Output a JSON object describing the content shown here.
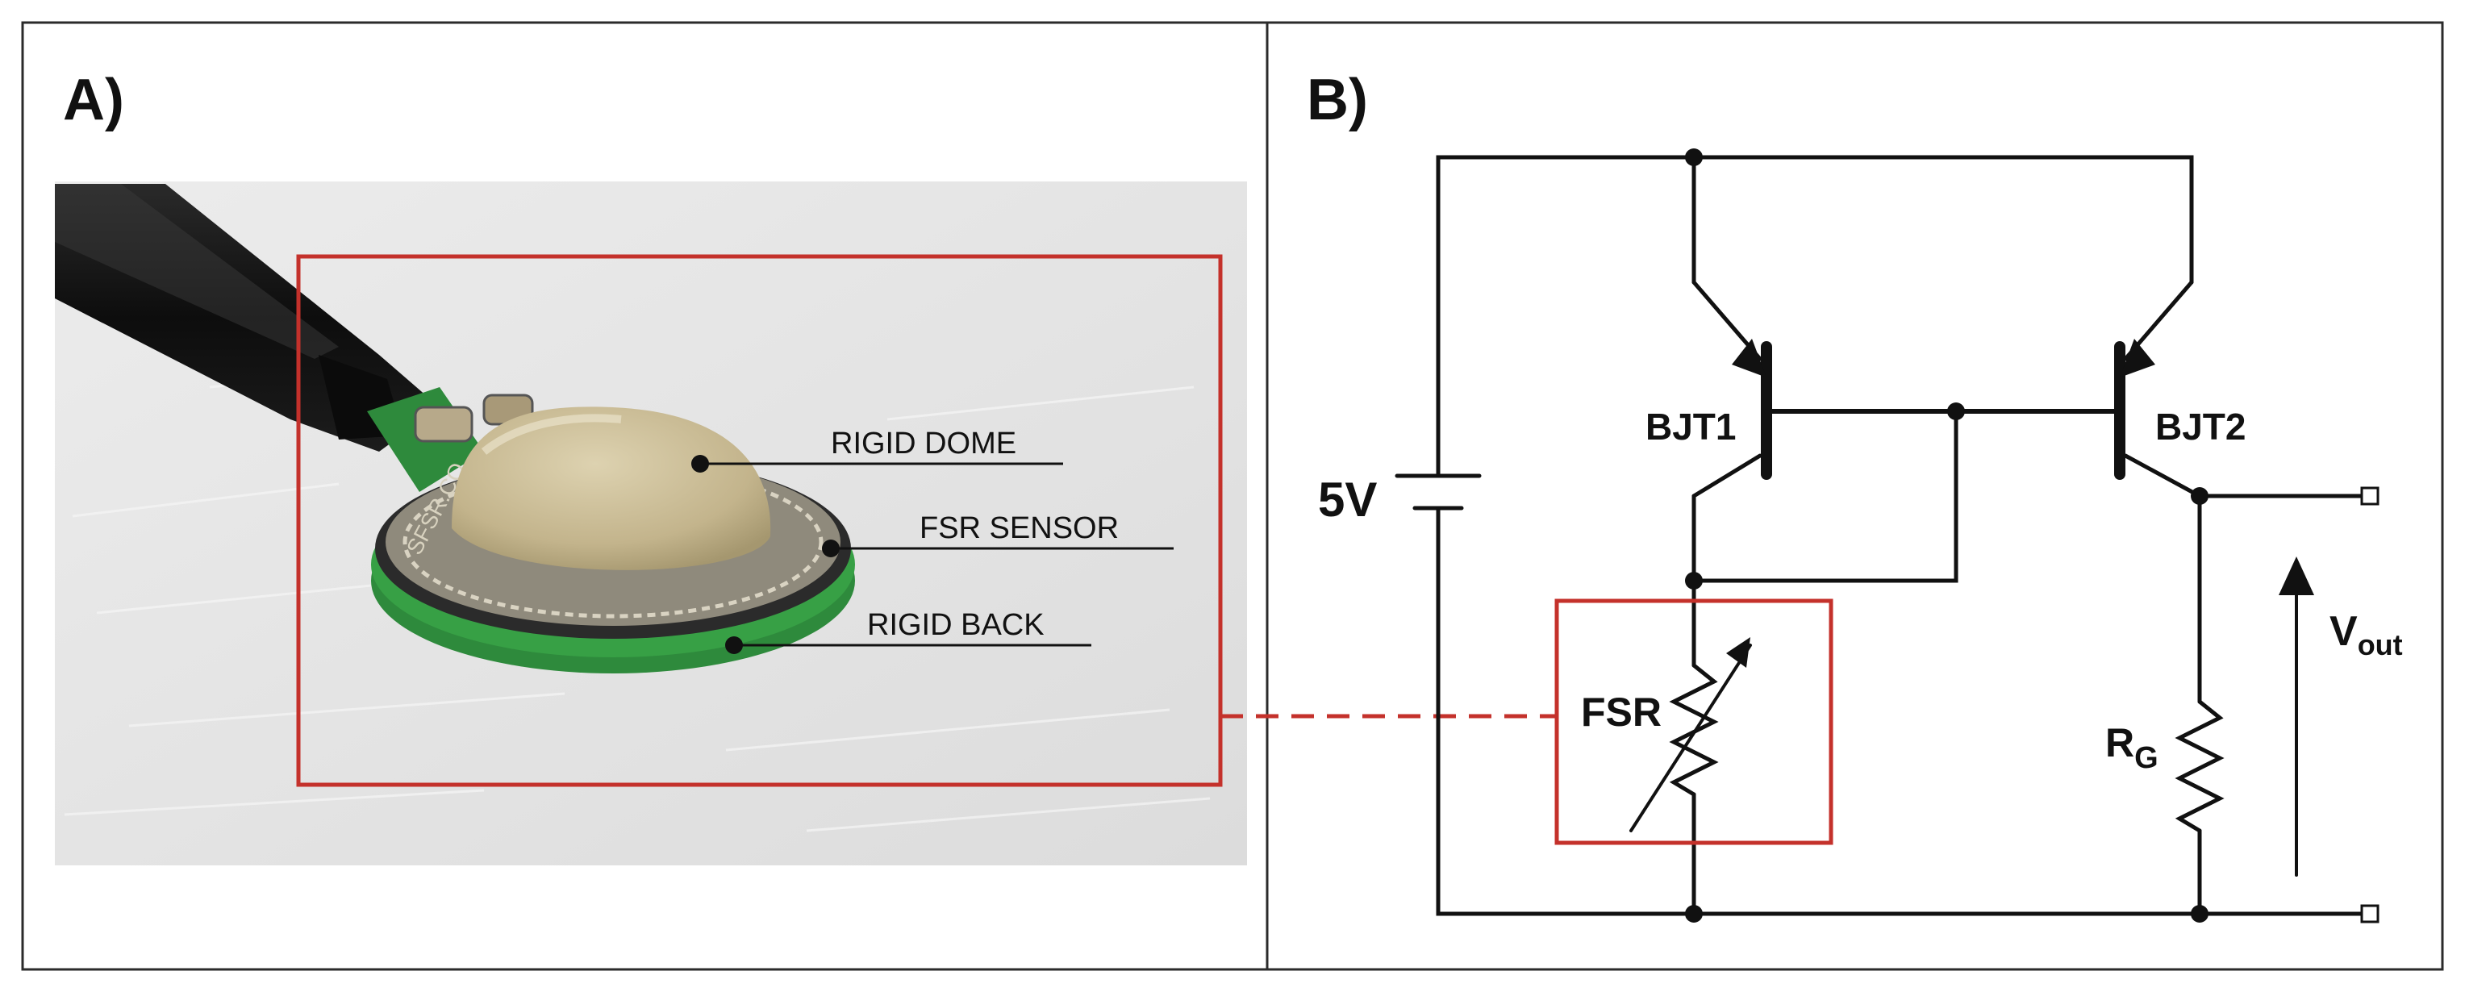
{
  "panel_a": {
    "letter": "A)",
    "labels": {
      "dome": "RIGID DOME",
      "fsr_sensor": "FSR SENSOR",
      "back": "RIGID BACK"
    },
    "sensor_print": "SFSR.CO"
  },
  "panel_b": {
    "letter": "B)",
    "source": "5V",
    "bjt1": "BJT1",
    "bjt2": "BJT2",
    "fsr": "FSR",
    "rg_main": "R",
    "rg_sub": "G",
    "vout_main": "V",
    "vout_sub": "out"
  },
  "colors": {
    "frame": "#2b2b2b",
    "highlight": "#c4312b",
    "wire": "#111111",
    "sensor_green": "#2e8a3c",
    "dome": "#cbbd97",
    "cable": "#141414",
    "surface": "#e9e9e9"
  }
}
